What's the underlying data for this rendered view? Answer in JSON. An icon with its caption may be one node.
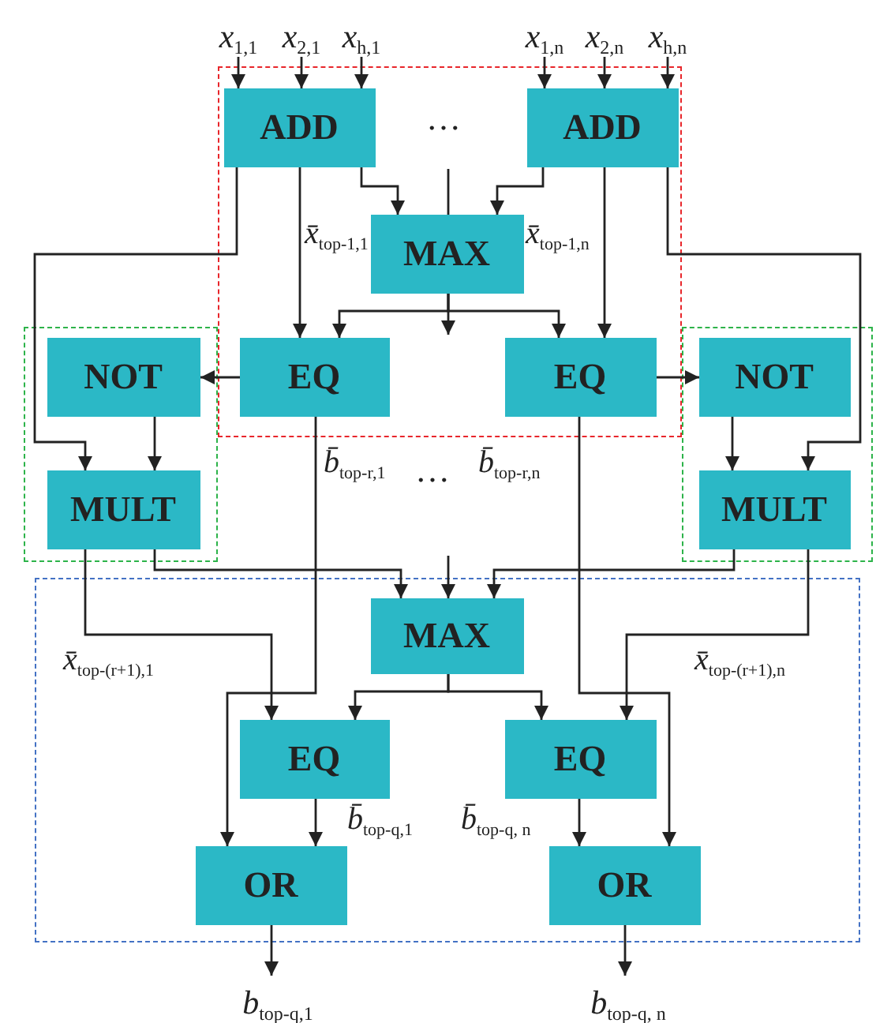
{
  "diagram": {
    "nodes": [
      {
        "text": [
          "*x*$_{1,1}$"
        ]
      },
      {
        "text": [
          "*x*$_{2,1}$"
        ]
      },
      {
        "text": [
          "*x*$_{h,1}$"
        ]
      },
      {
        "text": [
          "*x*$_{1,n}$"
        ]
      },
      {
        "text": [
          "*x*$_{2,n}$"
        ]
      },
      {
        "text": [
          "*x*$_{h,n}$"
        ]
      },
      {
        "text": [],
        "shape": "box"
      },
      {
        "text": [
          "ADD"
        ],
        "in": 6
      },
      {
        "text": [
          "ADD"
        ],
        "in": 6
      },
      {
        "text": [
          "MAX"
        ],
        "in": 6
      },
      {
        "text": [
          "EQ"
        ],
        "in": 6
      },
      {
        "text": [
          "EQ"
        ],
        "in": 6
      },
      {
        "text": [],
        "shape": "box"
      },
      {
        "text": [
          "NOT"
        ],
        "in": 12
      },
      {
        "text": [
          "MULT"
        ],
        "in": 12
      },
      {
        "text": [],
        "shape": "box"
      },
      {
        "text": [
          "NOT"
        ],
        "in": 15
      },
      {
        "text": [
          "MULT"
        ],
        "in": 15
      },
      {
        "text": [],
        "shape": "box"
      },
      {
        "text": [
          "MAX"
        ],
        "in": 18
      },
      {
        "text": [
          "EQ"
        ],
        "in": 18
      },
      {
        "text": [
          "EQ"
        ],
        "in": 18
      },
      {
        "text": [
          "OR"
        ],
        "in": 18
      },
      {
        "text": [
          "OR"
        ],
        "in": 18
      },
      {
        "text": [
          "*b*$_{top-q,1}$"
        ]
      },
      {
        "text": [
          "*b*$_{top-q, n}$"
        ]
      }
    ],
    "edges": [
      {
        "from": 0,
        "to": 7,
        "arrow": "to"
      },
      {
        "from": 1,
        "to": 7,
        "arrow": "to"
      },
      {
        "from": 2,
        "to": 7,
        "arrow": "to"
      },
      {
        "from": 3,
        "to": 8,
        "arrow": "to"
      },
      {
        "from": 4,
        "to": 8,
        "arrow": "to"
      },
      {
        "from": 5,
        "to": 8,
        "arrow": "to"
      },
      {
        "from": 7,
        "to": 9,
        "arrow": "to"
      },
      {
        "from": 8,
        "to": 9,
        "arrow": "to"
      },
      {
        "from": null,
        "to": 9,
        "arrow": "none"
      },
      {
        "from": 7,
        "to": 14,
        "arrow": "to"
      },
      {
        "from": 7,
        "to": 10,
        "arrow": "to",
        "label": "*x̄*$_{top-1,1}$"
      },
      {
        "from": 9,
        "to": 10,
        "arrow": "to"
      },
      {
        "from": 9,
        "to": 11,
        "arrow": "to"
      },
      {
        "from": 9,
        "to": null,
        "arrow": "to"
      },
      {
        "from": 8,
        "to": 11,
        "arrow": "to",
        "label": "*x̄*$_{top-1,n}$"
      },
      {
        "from": 8,
        "to": 17,
        "arrow": "to"
      },
      {
        "from": 10,
        "to": 13,
        "arrow": "to"
      },
      {
        "from": 11,
        "to": 16,
        "arrow": "to"
      },
      {
        "from": 13,
        "to": 14,
        "arrow": "to"
      },
      {
        "from": 16,
        "to": 17,
        "arrow": "to"
      },
      {
        "from": 10,
        "to": 22,
        "arrow": "to",
        "label": "*b̄*$_{top-r,1}$"
      },
      {
        "from": 11,
        "to": 23,
        "arrow": "to",
        "label": "*b̄*$_{top-r,n}$"
      },
      {
        "from": 14,
        "to": 19,
        "arrow": "to"
      },
      {
        "from": 17,
        "to": 19,
        "arrow": "to"
      },
      {
        "from": null,
        "to": 19,
        "arrow": "to"
      },
      {
        "from": 14,
        "to": 20,
        "arrow": "to",
        "label": "*x̄*$_{top-(r+1),1}$"
      },
      {
        "from": 17,
        "to": 21,
        "arrow": "to",
        "label": "*x̄*$_{top-(r+1),n}$"
      },
      {
        "from": 19,
        "to": 20,
        "arrow": "to"
      },
      {
        "from": 19,
        "to": 21,
        "arrow": "to"
      },
      {
        "from": 20,
        "to": 22,
        "arrow": "to",
        "label": "*b̄*$_{top-q,1}$"
      },
      {
        "from": 21,
        "to": 23,
        "arrow": "to",
        "label": "*b̄*$_{top-q, n}$"
      },
      {
        "from": 22,
        "to": 24,
        "arrow": "to"
      },
      {
        "from": 23,
        "to": 25,
        "arrow": "to"
      }
    ],
    "labels": [
      "…",
      "…"
    ]
  }
}
